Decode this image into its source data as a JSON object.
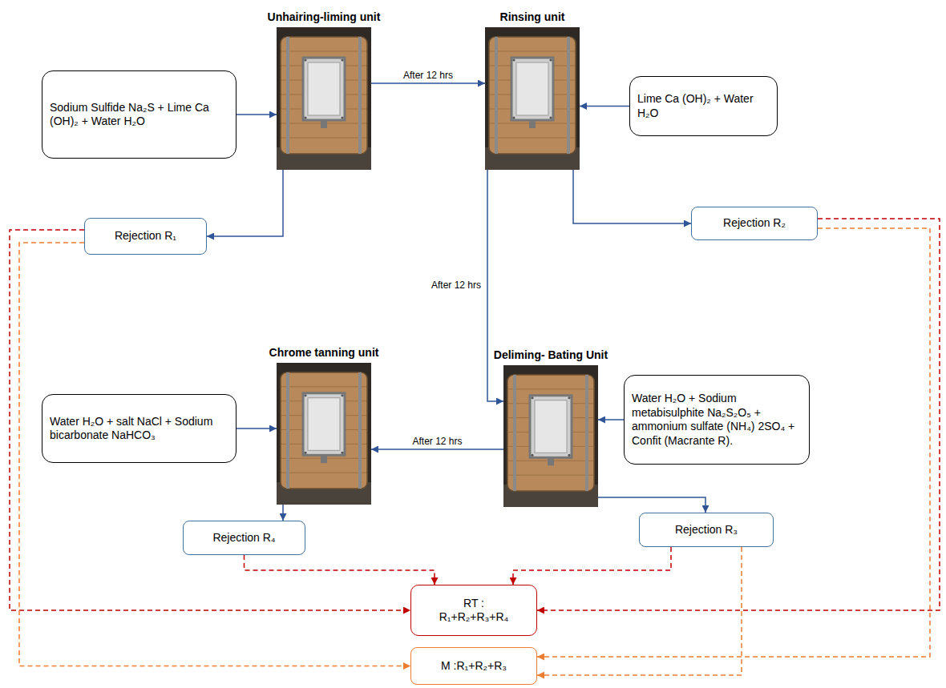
{
  "diagram": {
    "nodes": [
      {
        "text": [
          "Sodium Sulfide Na₂S + Lime Ca (OH)₂ + Water H₂O"
        ]
      },
      {
        "text": [
          "Unhairing-liming unit"
        ]
      },
      {
        "text": [
          "Rinsing unit"
        ]
      },
      {
        "text": [
          "Lime Ca (OH)₂ + Water H₂O"
        ]
      },
      {
        "text": [
          "Rejection R₁"
        ]
      },
      {
        "text": [
          "Rejection R₂"
        ]
      },
      {
        "text": [
          "Chrome tanning unit"
        ]
      },
      {
        "text": [
          "Deliming- Bating Unit"
        ]
      },
      {
        "text": [
          "Water H₂O + salt NaCl + Sodium bicarbonate NaHCO₃"
        ]
      },
      {
        "text": [
          "Water H₂O + Sodium metabisulphite Na₂S₂O₅ + ammonium sulfate (NH₄) 2SO₄ + Confit (Macrante R)."
        ]
      },
      {
        "text": [
          "Rejection R₄"
        ]
      },
      {
        "text": [
          "Rejection R₃"
        ]
      },
      {
        "text": [
          "RT :",
          "R₁+R₂+R₃+R₄"
        ]
      },
      {
        "text": [
          "M :R₁+R₂+R₃"
        ]
      }
    ],
    "edges": [
      {
        "from": 0,
        "to": 1,
        "arrow": "to"
      },
      {
        "from": 1,
        "to": 2,
        "label": "After 12 hrs",
        "arrow": "to"
      },
      {
        "from": 3,
        "to": 2,
        "arrow": "to"
      },
      {
        "from": 1,
        "to": 4,
        "arrow": "to"
      },
      {
        "from": 2,
        "to": 5,
        "arrow": "to"
      },
      {
        "from": 2,
        "to": 7,
        "label": "After 12 hrs",
        "arrow": "to"
      },
      {
        "from": 7,
        "to": 6,
        "label": "After 12 hrs",
        "arrow": "to"
      },
      {
        "from": 8,
        "to": 6,
        "arrow": "to"
      },
      {
        "from": 9,
        "to": 7,
        "arrow": "to"
      },
      {
        "from": 6,
        "to": 10,
        "arrow": "to"
      },
      {
        "from": 7,
        "to": 11,
        "arrow": "to"
      },
      {
        "from": 4,
        "to": 12,
        "arrow": "to"
      },
      {
        "from": 5,
        "to": 12,
        "arrow": "to"
      },
      {
        "from": 10,
        "to": 12,
        "arrow": "to"
      },
      {
        "from": 11,
        "to": 12,
        "arrow": "to"
      },
      {
        "from": 4,
        "to": 13,
        "arrow": "to"
      },
      {
        "from": 5,
        "to": 13,
        "arrow": "to"
      },
      {
        "from": 11,
        "to": 13,
        "arrow": "to"
      }
    ]
  }
}
